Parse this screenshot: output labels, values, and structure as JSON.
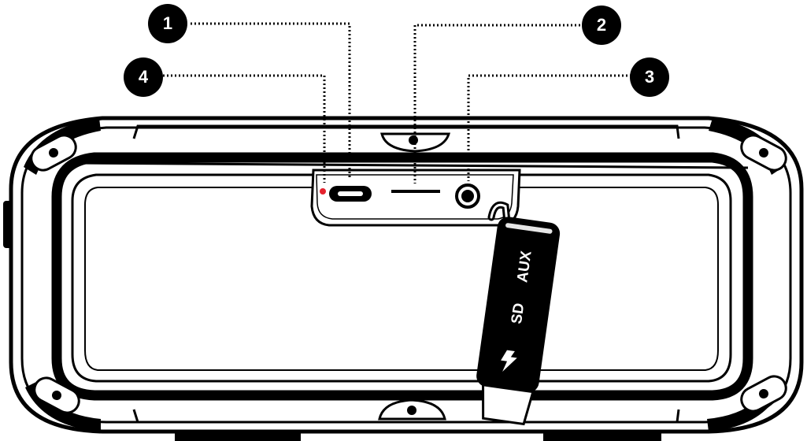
{
  "colors": {
    "ink": "#000000",
    "paper": "#ffffff",
    "led": "#e4222e"
  },
  "callouts": [
    {
      "number": "1",
      "target": "usb-c-charging-port"
    },
    {
      "number": "2",
      "target": "sd-card-slot"
    },
    {
      "number": "3",
      "target": "aux-audio-jack"
    },
    {
      "number": "4",
      "target": "charging-indicator-led"
    }
  ],
  "port_cover": {
    "labels": [
      "AUX",
      "SD"
    ],
    "icon": "lightning-bolt-icon"
  }
}
